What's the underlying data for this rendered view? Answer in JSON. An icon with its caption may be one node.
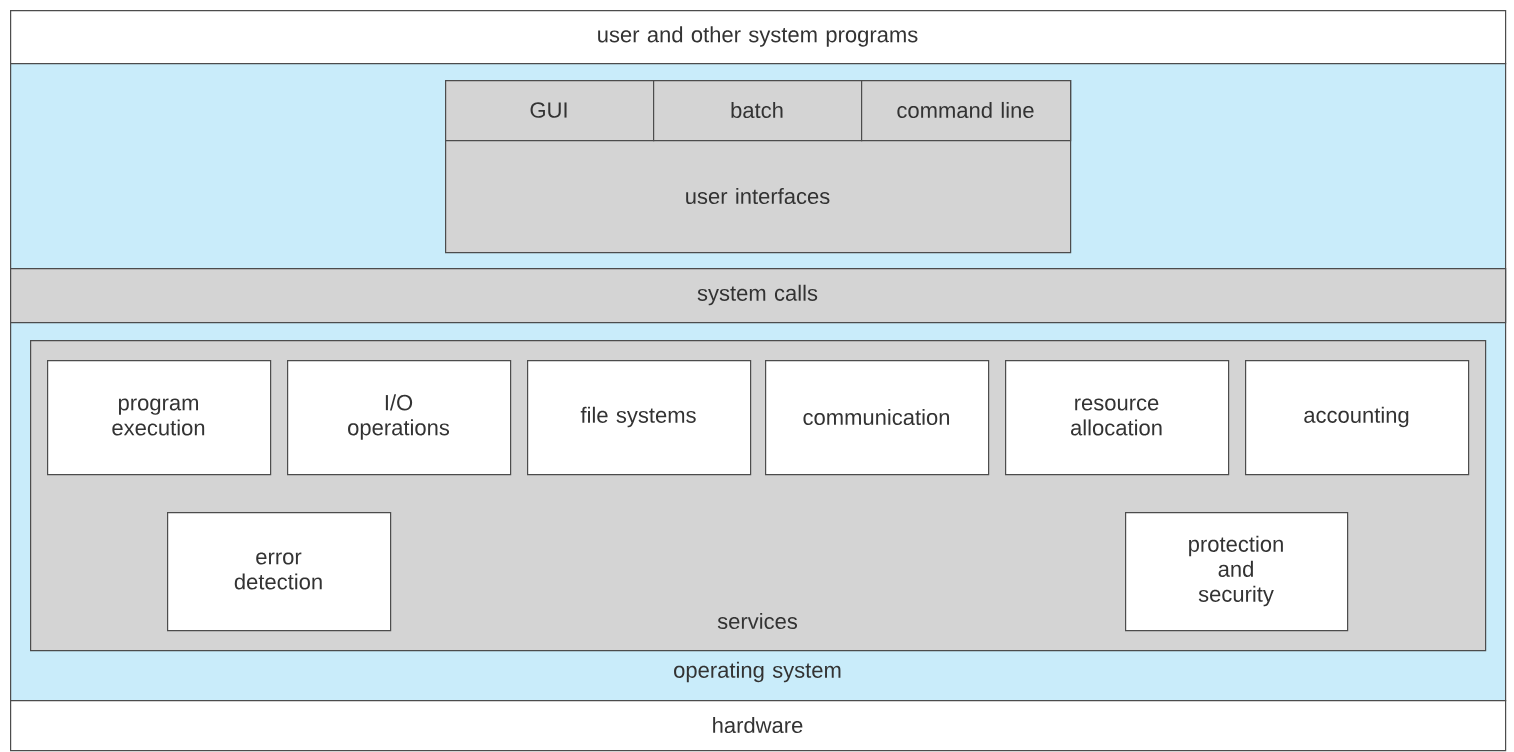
{
  "diagram": {
    "nodes": [
      {
        "text": [
          "user and other system programs"
        ]
      },
      {
        "text": [
          "operating system"
        ]
      },
      {
        "text": [
          "user interfaces"
        ],
        "in": 1
      },
      {
        "text": [
          "GUI"
        ],
        "in": 2
      },
      {
        "text": [
          "batch"
        ],
        "in": 2
      },
      {
        "text": [
          "command line"
        ],
        "in": 2
      },
      {
        "text": [
          "system calls"
        ],
        "in": 1
      },
      {
        "text": [
          "services"
        ],
        "in": 1
      },
      {
        "text": [
          "program execution"
        ],
        "in": 7
      },
      {
        "text": [
          "I/O operations"
        ],
        "in": 7
      },
      {
        "text": [
          "file systems"
        ],
        "in": 7
      },
      {
        "text": [
          "communication"
        ],
        "in": 7
      },
      {
        "text": [
          "resource allocation"
        ],
        "in": 7
      },
      {
        "text": [
          "accounting"
        ],
        "in": 7
      },
      {
        "text": [
          "error detection"
        ],
        "in": 7
      },
      {
        "text": [
          "protection and security"
        ],
        "in": 7
      },
      {
        "text": [
          "hardware"
        ]
      }
    ]
  }
}
